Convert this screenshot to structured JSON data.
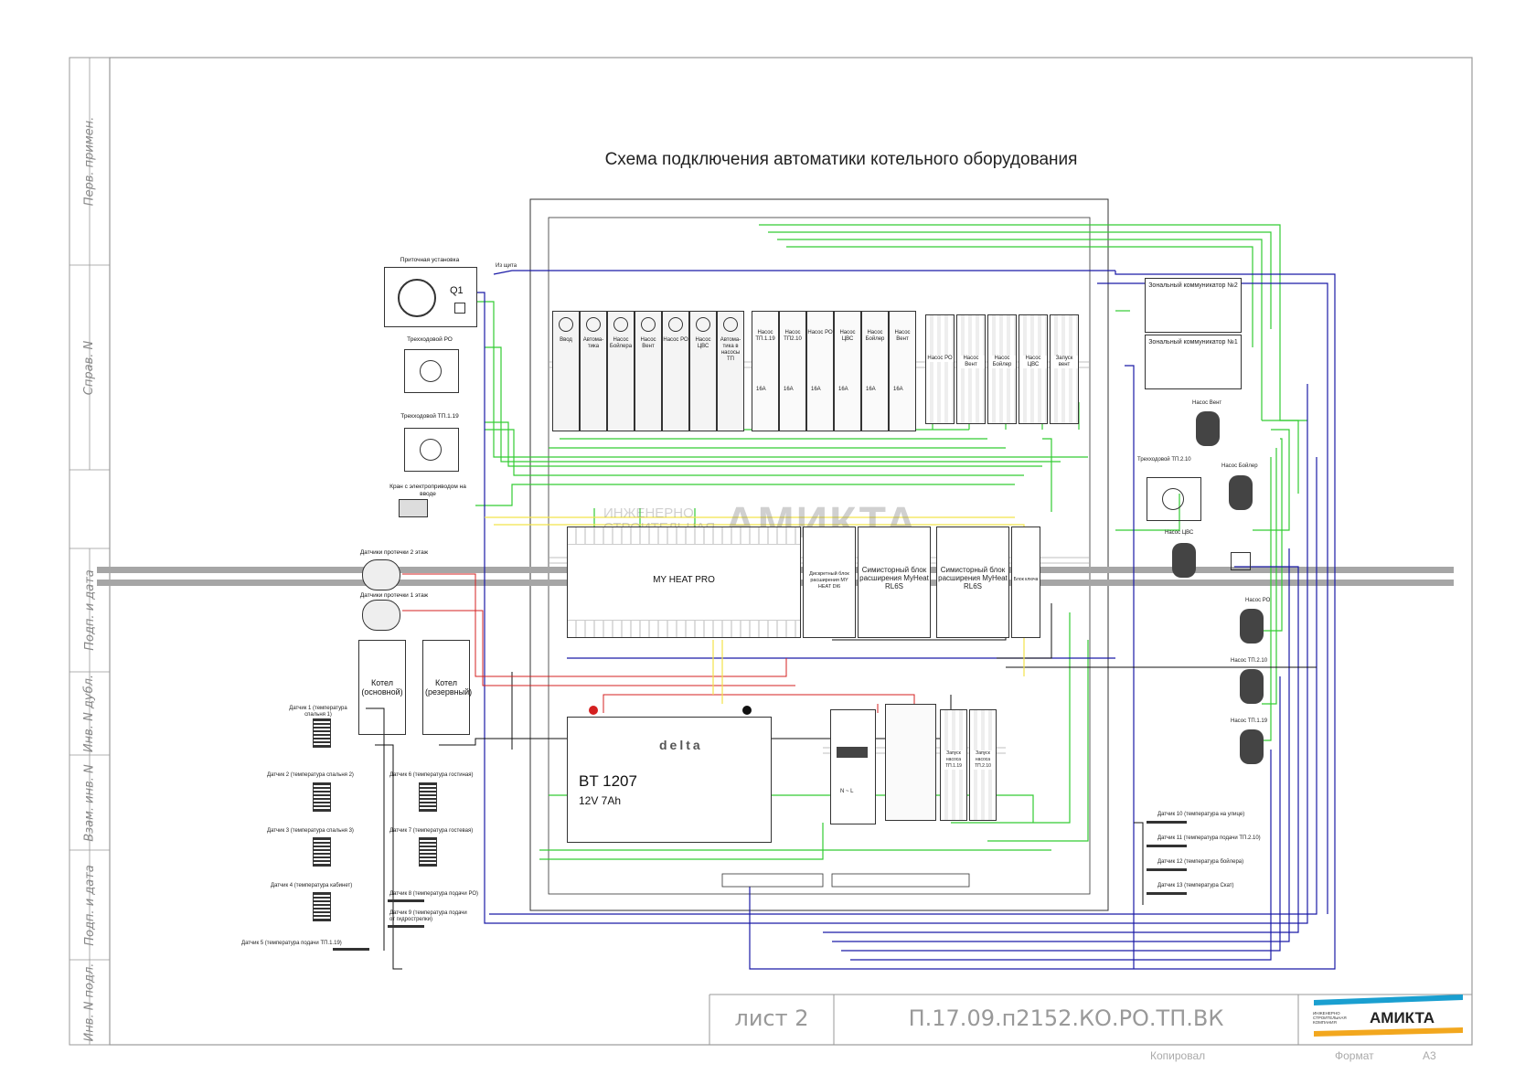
{
  "title": "Схема подключения автоматики котельного оборудования",
  "sidebar": [
    "Перв. примен.",
    "Справ. N",
    "Подп. и дата",
    "Инв. N дубл.",
    "Взам. инв. N",
    "Подп. и дата",
    "Инв. N подл."
  ],
  "title_block": {
    "sheet": "лист 2",
    "code": "П.17.09.п2152.КО.РО.ТП.ВК",
    "logo_caption": "ИНЖЕНЕРНО СТРОИТЕЛЬНАЯ КОМПАНИЯ",
    "logo_name": "АМИКТА",
    "copied": "Копировал",
    "format": "Формат",
    "format_value": "А3"
  },
  "watermark": {
    "name": "АМИКТА",
    "caption": "ИНЖЕНЕРНО СТРОИТЕЛЬНАЯ КОМПАНИЯ"
  },
  "left_devices": {
    "supply_unit": "Приточная установка",
    "q1": "Q1",
    "from_panel": "Из щита",
    "valve_ro": "Трехходовой РО",
    "valve_tp119": "Трехходовой ТП.1.19",
    "inlet_valve": "Кран с электроприводом на вводе",
    "leak2": "Датчики протечки 2 этаж",
    "leak1": "Датчики протечки 1 этаж",
    "boiler_main": "Котел (основной)",
    "boiler_reserve": "Котел (резервный)"
  },
  "sensors_left": [
    "Датчик 1 (температура спальня 1)",
    "Датчик 2 (температура спальня 2)",
    "Датчик 3 (температура спальня 3)",
    "Датчик 4 (температура кабинет)",
    "Датчик 5 (температура подачи ТП.1.19)",
    "Датчик 6 (температура гостиная)",
    "Датчик 7 (температура гостевая)",
    "Датчик 8 (температура подачи РО)",
    "Датчик 9 (температура подачи от гидрострелки)"
  ],
  "sensors_right": [
    "Датчик 10 (температура на улице)",
    "Датчик 11 (температура подачи ТП.2.10)",
    "Датчик 12 (температура бойлера)",
    "Датчик 13 (температура Скат)"
  ],
  "right_devices": {
    "zone2": "Зональный коммуникатор №2",
    "zone1": "Зональный коммуникатор №1",
    "pump_vent": "Насос Вент",
    "valve_tp210": "Трехходовой ТП.2.10",
    "pump_boiler": "Насос Бойлер",
    "pump_dhw": "Насос ЦВС",
    "pump_ro": "Насос РО",
    "pump_tp210": "Насос ТП.2.10",
    "pump_tp119": "Насос ТП.1.19"
  },
  "breakers_a": [
    "Ввод",
    "Автома-тика",
    "Насос Бойлера",
    "Насос Вент",
    "Насос РО",
    "Насос ЦВС",
    "Автома-тика в насосы ТП"
  ],
  "breakers_b": [
    "Насос ТП.1.19",
    "Насос ТП2.10",
    "Насос РО",
    "Насос ЦВС",
    "Насос Бойлер",
    "Насос Вент"
  ],
  "breakers_b_rating": "16A",
  "relays_top": [
    "Насос РО",
    "Насос Вент",
    "Насос Бойлер",
    "Насос ЦВС",
    "Запуск вент"
  ],
  "relays_bottom": [
    "Запуск насоса ТП.1.19",
    "Запуск насоса ТП.2.10"
  ],
  "controller": "MY HEAT PRO",
  "ext_discrete": "Дискретный блок расширения MY HEAT DI6",
  "ext_triac1": "Симисторный блок расширения MyHeat RL6S",
  "ext_triac2": "Симисторный блок расширения MyHeat RL6S",
  "gsm_module": "Блок ключа",
  "battery": {
    "brand": "delta",
    "model": "BT 1207",
    "spec": "12V 7Ah"
  },
  "psu": {
    "label": "N ~ L"
  },
  "colors": {
    "green": "#33cc33",
    "blue": "#1a1aa6",
    "red": "#d42020",
    "yellow": "#f2e34a",
    "black": "#111111",
    "gray_band": "#a6a6a6"
  }
}
